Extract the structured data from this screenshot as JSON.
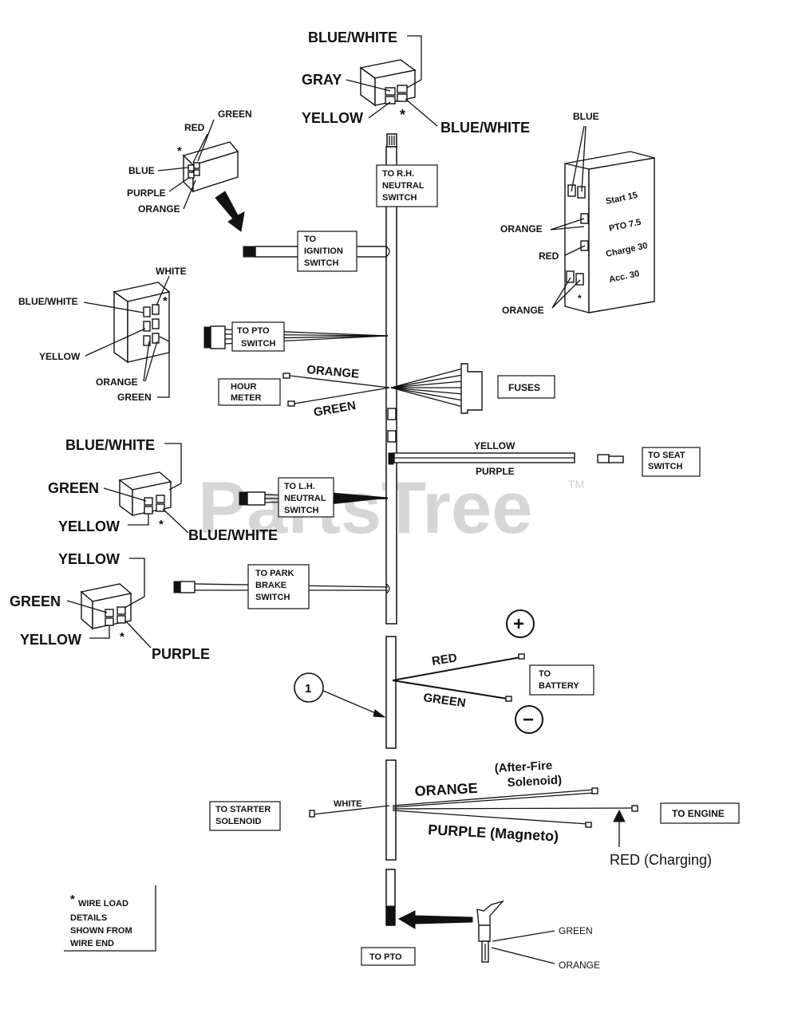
{
  "top_connector": {
    "labels": [
      "BLUE/WHITE",
      "GRAY",
      "YELLOW",
      "BLUE/WHITE"
    ],
    "asterisk": "*"
  },
  "ignition_plug": {
    "labels": [
      "GREEN",
      "RED",
      "BLUE",
      "PURPLE",
      "ORANGE"
    ],
    "asterisk": "*"
  },
  "pto_switch_plug": {
    "labels": [
      "WHITE",
      "BLUE/WHITE",
      "YELLOW",
      "ORANGE",
      "GREEN"
    ],
    "asterisk": "*"
  },
  "lh_neutral_plug": {
    "labels": [
      "BLUE/WHITE",
      "GREEN",
      "YELLOW",
      "BLUE/WHITE"
    ],
    "asterisk": "*"
  },
  "park_brake_plug": {
    "labels": [
      "YELLOW",
      "GREEN",
      "YELLOW",
      "PURPLE"
    ],
    "asterisk": "*"
  },
  "fuse_block": {
    "wire_labels": [
      "BLUE",
      "ORANGE",
      "RED",
      "ORANGE"
    ],
    "fuse_labels": [
      "Start 15",
      "PTO 7.5",
      "Charge 30",
      "Acc. 30"
    ],
    "asterisk": "*"
  },
  "boxes": {
    "rh_neutral": [
      "TO R.H.",
      "NEUTRAL",
      "SWITCH"
    ],
    "ignition": [
      "TO",
      "IGNITION",
      "SWITCH"
    ],
    "pto": [
      "TO PTO",
      "SWITCH"
    ],
    "hour_meter": [
      "HOUR",
      "METER"
    ],
    "fuses": "FUSES",
    "seat": [
      "TO SEAT",
      "SWITCH"
    ],
    "lh_neutral": [
      "TO L.H.",
      "NEUTRAL",
      "SWITCH"
    ],
    "park_brake": [
      "TO PARK",
      "BRAKE",
      "SWITCH"
    ],
    "battery": [
      "TO",
      "BATTERY"
    ],
    "starter": [
      "TO STARTER",
      "SOLENOID"
    ],
    "engine": "TO ENGINE",
    "to_pto": "TO PTO"
  },
  "wires": {
    "hour_orange": "ORANGE",
    "hour_green": "GREEN",
    "seat_yellow": "YELLOW",
    "seat_purple": "PURPLE",
    "battery_red": "RED",
    "battery_green": "GREEN",
    "plus": "+",
    "minus": "−",
    "starter_white": "WHITE",
    "engine_orange": "ORANGE",
    "afterfire": [
      "(After-Fire",
      "Solenoid)"
    ],
    "magneto": "PURPLE (Magneto)",
    "charging": "RED (Charging)",
    "pto_green": "GREEN",
    "pto_orange": "ORANGE"
  },
  "callout": "1",
  "note": {
    "asterisk": "*",
    "lines": [
      "WIRE LOAD",
      "DETAILS",
      "SHOWN FROM",
      "WIRE END"
    ]
  },
  "watermark": {
    "text": "PartsTree",
    "tm": "TM"
  }
}
